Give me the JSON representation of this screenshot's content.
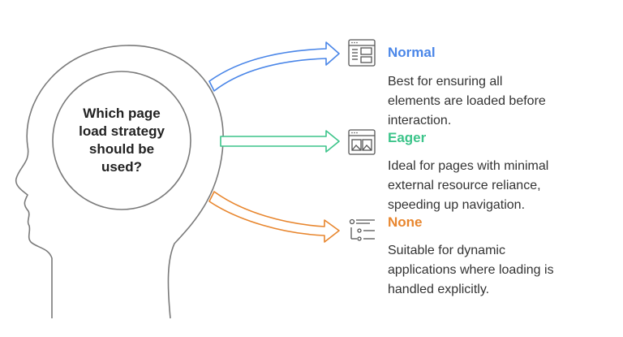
{
  "question": {
    "lines": [
      "Which page",
      "load strategy",
      "should be",
      "used?"
    ]
  },
  "options": [
    {
      "title": "Normal",
      "color": "#4a86e8",
      "icon": "layout-window-icon",
      "desc_lines": [
        "Best for ensuring all",
        "elements are loaded before",
        "interaction."
      ]
    },
    {
      "title": "Eager",
      "color": "#3cc48a",
      "icon": "gallery-window-icon",
      "desc_lines": [
        "Ideal for pages with minimal",
        "external resource reliance,",
        "speeding up navigation."
      ]
    },
    {
      "title": "None",
      "color": "#e8862e",
      "icon": "list-icon",
      "desc_lines": [
        "Suitable for dynamic",
        "applications where loading is",
        "handled explicitly."
      ]
    }
  ]
}
